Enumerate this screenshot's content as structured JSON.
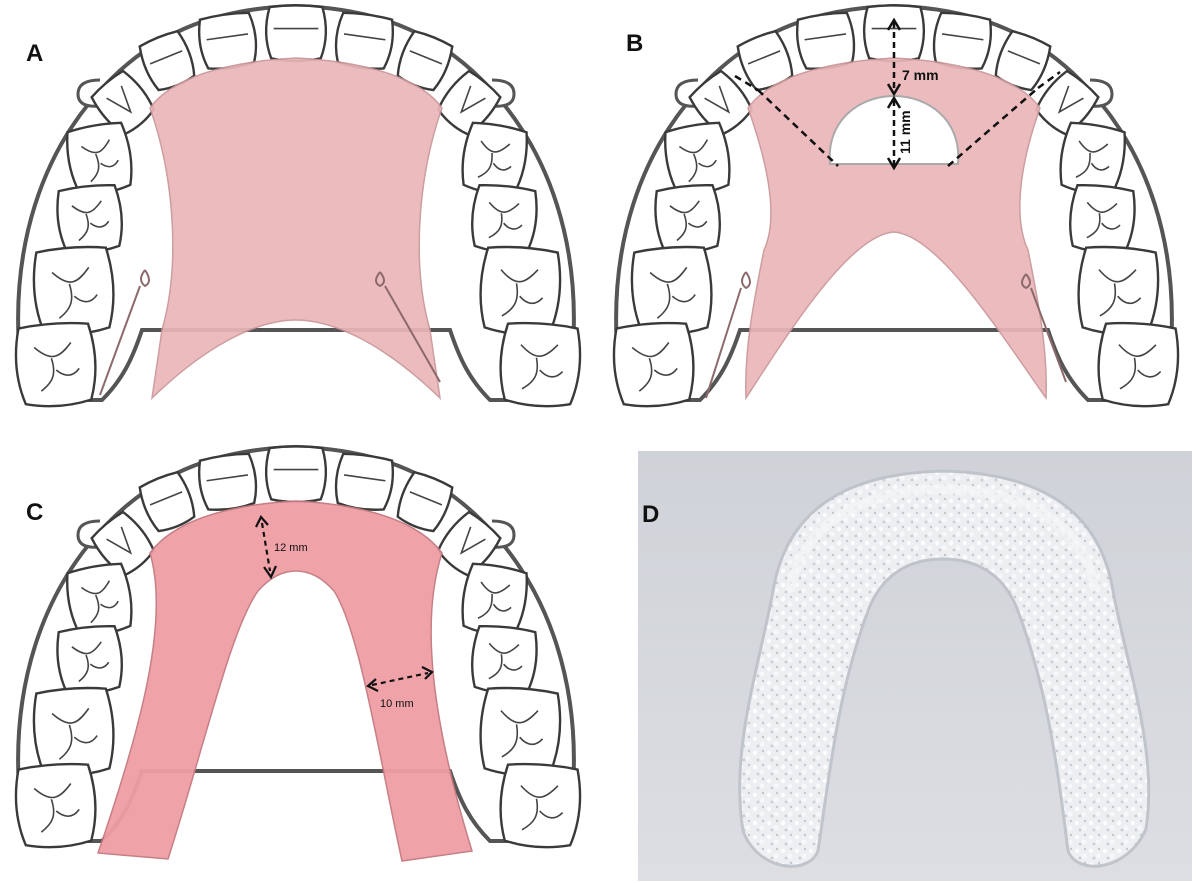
{
  "panels": [
    {
      "id": "A",
      "label": "A",
      "appliance": "palatal-plate-full"
    },
    {
      "id": "B",
      "label": "B",
      "appliance": "palatal-plate-window",
      "measurements": [
        "7 mm",
        "11 mm"
      ]
    },
    {
      "id": "C",
      "label": "C",
      "appliance": "horseshoe-plate",
      "measurements": [
        "12 mm",
        "10 mm"
      ]
    },
    {
      "id": "D",
      "label": "D",
      "appliance": "clear-splint-photo"
    }
  ],
  "colors": {
    "acrylic": "#eab6b8",
    "acrylic_c": "#ef9ea4",
    "tooth_fill": "#ffffff",
    "tooth_stroke": "#3a3a3a",
    "photo_bg": "#d4d6db",
    "dash": "#111111"
  }
}
